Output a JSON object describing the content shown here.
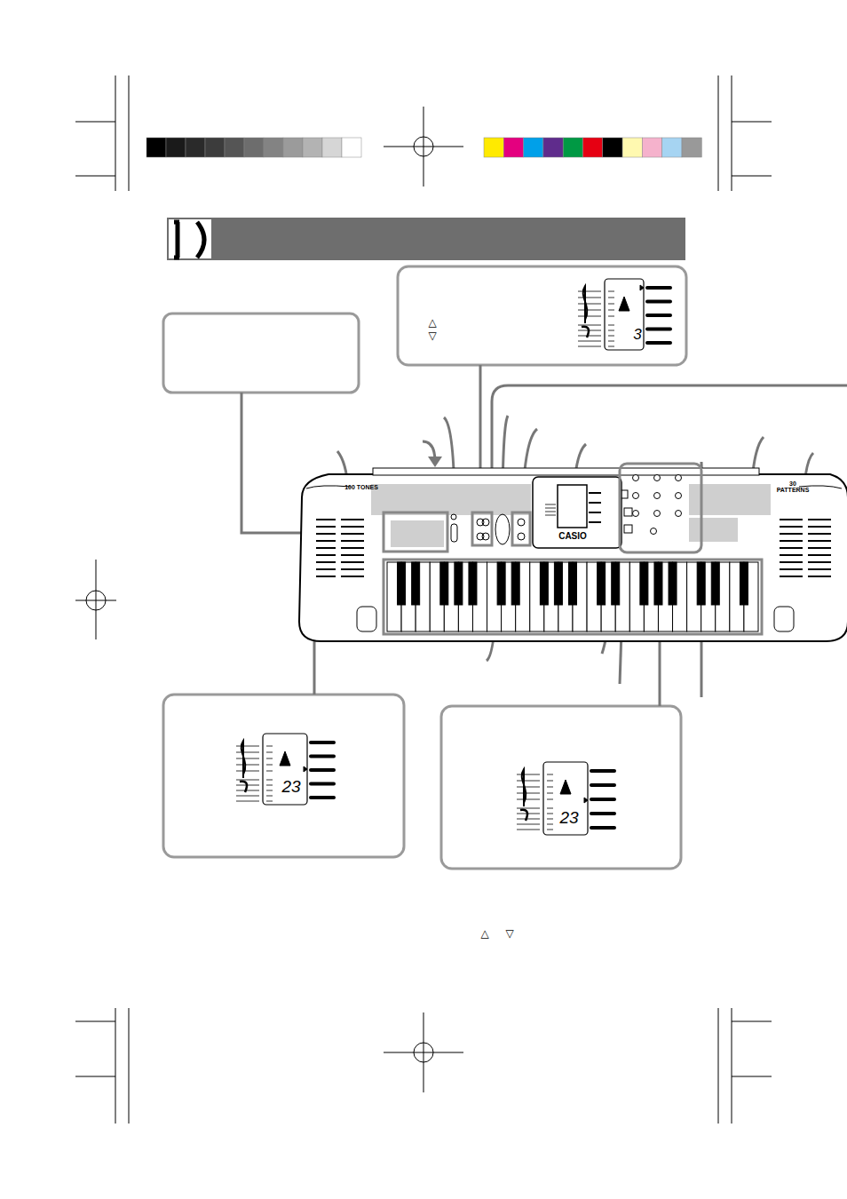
{
  "diagram": {
    "labels": [
      "100 TONES",
      "30 PATTERNS",
      "CASIO",
      "△",
      "▽",
      "3",
      "23",
      "23",
      "△",
      "▽"
    ]
  }
}
